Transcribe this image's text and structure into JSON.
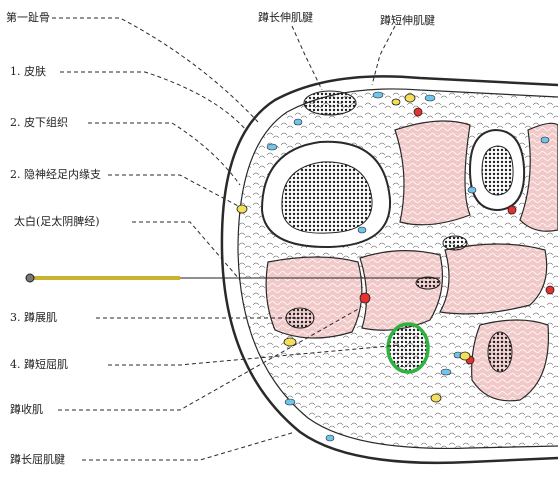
{
  "labels": {
    "first_phalanx": "第一趾骨",
    "skin": "1. 皮肤",
    "subcutaneous": "2. 皮下组织",
    "saphenous_branch": "2. 隐神经足内缘支",
    "taibai": "太白",
    "taibai_note": "(足太阴脾经)",
    "abductor_brevis": "3. 蹲展肌",
    "flexor_brevis": "4. 蹲短屈肌",
    "adductor": "蹲收肌",
    "flexor_longus_tendon": "蹲长屈肌腱",
    "extensor_longus_tendon": "蹲长伸肌腱",
    "extensor_brevis_tendon": "蹲短伸肌腱"
  },
  "colors": {
    "muscle": "#f2c9c9",
    "nerve": "#f3df5a",
    "artery": "#e8312f",
    "vein": "#6fc5ee",
    "highlight": "#2fb23f",
    "outline": "#2a2a2a",
    "needle": "#c9b432"
  }
}
